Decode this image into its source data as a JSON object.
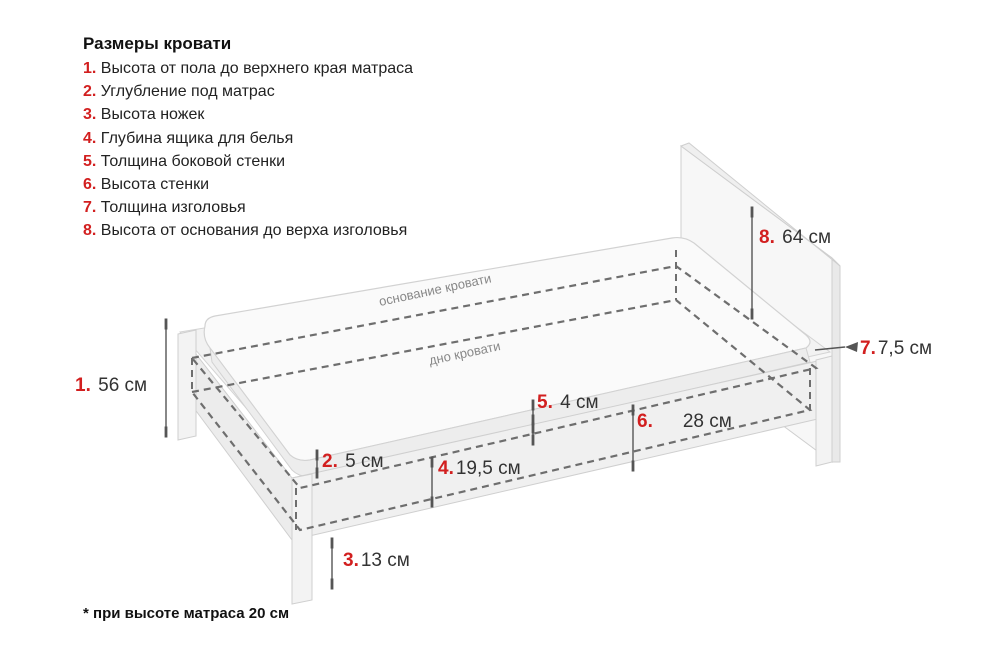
{
  "legend": {
    "title": "Размеры кровати",
    "items": [
      {
        "num": "1.",
        "text": "Высота от пола до верхнего края матраса"
      },
      {
        "num": "2.",
        "text": "Углубление под матрас"
      },
      {
        "num": "3.",
        "text": "Высота ножек"
      },
      {
        "num": "4.",
        "text": "Глубина ящика для белья"
      },
      {
        "num": "5.",
        "text": "Толщина боковой стенки"
      },
      {
        "num": "6.",
        "text": "Высота  стенки"
      },
      {
        "num": "7.",
        "text": "Толщина изголовья"
      },
      {
        "num": "8.",
        "text": "Высота от основания до верха изголовья"
      }
    ]
  },
  "diagram": {
    "base_label": "основание кровати",
    "bottom_label": "дно кровати",
    "dimensions": {
      "d1": {
        "num": "1.",
        "value": "56 см"
      },
      "d2": {
        "num": "2.",
        "value": "5 см"
      },
      "d3": {
        "num": "3.",
        "value": "13 см"
      },
      "d4": {
        "num": "4.",
        "value": "19,5 см"
      },
      "d5": {
        "num": "5.",
        "value": "4 см"
      },
      "d6": {
        "num": "6.",
        "value": "28 см"
      },
      "d7": {
        "num": "7.",
        "value": "7,5 см"
      },
      "d8": {
        "num": "8.",
        "value": "64 см"
      }
    }
  },
  "footnote": "* при высоте матраса 20 см",
  "colors": {
    "accent": "#d21f1f",
    "line": "#555555",
    "dashed": "#6e6e6e",
    "bed_fill": "#f7f7f7",
    "bed_stroke": "#cfcfcf"
  }
}
